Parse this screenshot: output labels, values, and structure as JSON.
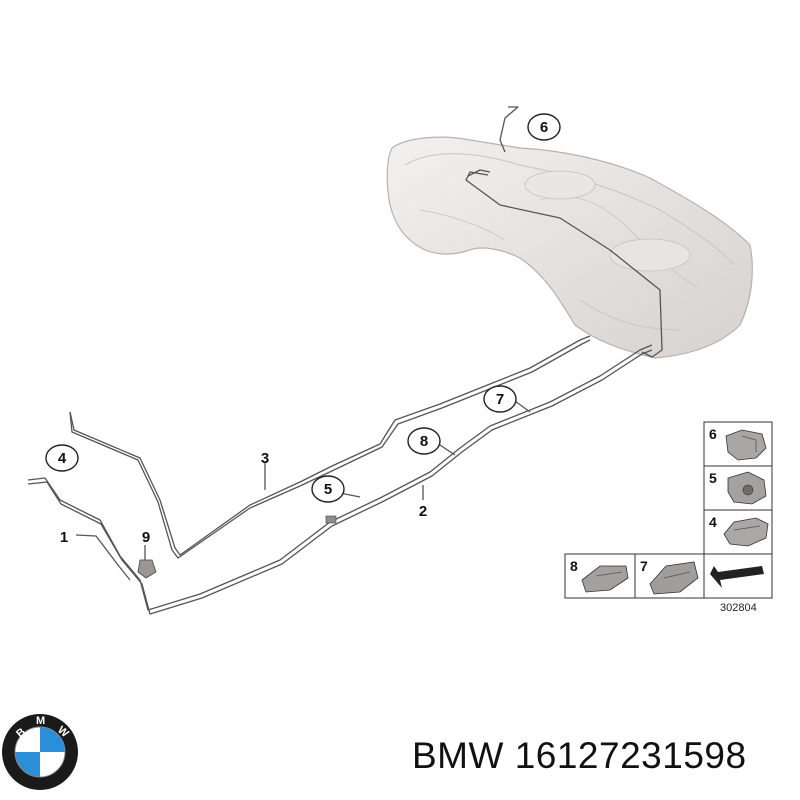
{
  "diagram": {
    "callouts": {
      "c1": "1",
      "c2": "2",
      "c3": "3",
      "c4": "4",
      "c5": "5",
      "c6": "6",
      "c7": "7",
      "c8": "8",
      "c9": "9"
    },
    "legend": {
      "p6": "6",
      "p5": "5",
      "p4": "4",
      "p8": "8",
      "p7": "7"
    },
    "diagram_id": "302804"
  },
  "logo": {
    "letters": [
      "B",
      "M",
      "W"
    ],
    "colors": {
      "blue": "#2a8fd8",
      "ring": "#1a1a1a",
      "white": "#ffffff"
    }
  },
  "caption": {
    "text": "BMW 16127231598"
  }
}
